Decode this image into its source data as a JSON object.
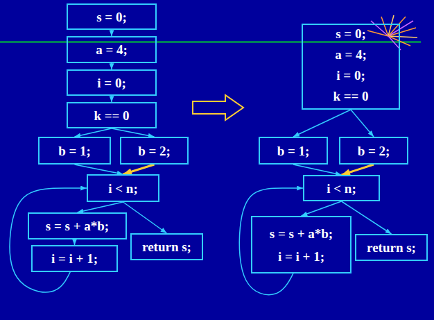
{
  "diagram": {
    "nodes": [
      {
        "text": [
          "s = 0;"
        ]
      },
      {
        "text": [
          "a = 4;"
        ]
      },
      {
        "text": [
          "i = 0;"
        ]
      },
      {
        "text": [
          "k == 0"
        ]
      },
      {
        "text": [
          "b = 1;"
        ]
      },
      {
        "text": [
          "b = 2;"
        ]
      },
      {
        "text": [
          "i < n;"
        ]
      },
      {
        "text": [
          "s = s + a*b;"
        ]
      },
      {
        "text": [
          "i = i + 1;"
        ]
      },
      {
        "text": [
          "return s;"
        ]
      },
      {
        "text": [
          "s = 0;",
          "a = 4;",
          "i = 0;",
          "k == 0"
        ]
      },
      {
        "text": [
          "b = 1;"
        ]
      },
      {
        "text": [
          "b = 2;"
        ]
      },
      {
        "text": [
          "i < n;"
        ]
      },
      {
        "text": [
          "s = s + a*b;",
          "i = i + 1;"
        ]
      },
      {
        "text": [
          "return s;"
        ]
      }
    ],
    "edges": [
      {
        "from": 0,
        "to": 1,
        "arrow": "to"
      },
      {
        "from": 1,
        "to": 2,
        "arrow": "to"
      },
      {
        "from": 2,
        "to": 3,
        "arrow": "to"
      },
      {
        "from": 3,
        "to": 4,
        "arrow": "to"
      },
      {
        "from": 3,
        "to": 5,
        "arrow": "to"
      },
      {
        "from": 4,
        "to": 6,
        "arrow": "to"
      },
      {
        "from": 5,
        "to": 6,
        "arrow": "to"
      },
      {
        "from": 6,
        "to": 7,
        "arrow": "to"
      },
      {
        "from": 6,
        "to": 9,
        "arrow": "to"
      },
      {
        "from": 7,
        "to": 8,
        "arrow": "to"
      },
      {
        "from": 8,
        "to": 6,
        "arrow": "to"
      },
      {
        "from": 10,
        "to": 11,
        "arrow": "to"
      },
      {
        "from": 10,
        "to": 12,
        "arrow": "to"
      },
      {
        "from": 11,
        "to": 13,
        "arrow": "to"
      },
      {
        "from": 12,
        "to": 13,
        "arrow": "to"
      },
      {
        "from": 13,
        "to": 14,
        "arrow": "to"
      },
      {
        "from": 13,
        "to": 15,
        "arrow": "to"
      },
      {
        "from": 14,
        "to": 13,
        "arrow": "to"
      }
    ]
  }
}
